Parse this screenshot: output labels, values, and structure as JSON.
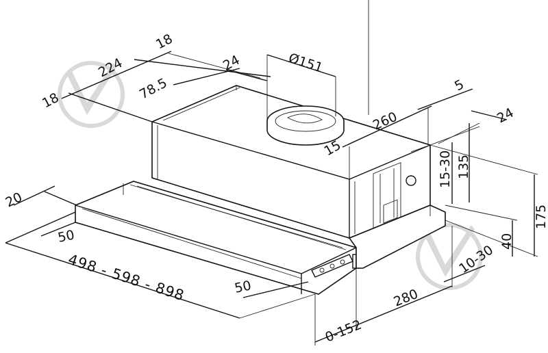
{
  "diagram": {
    "labels": {
      "top_width_18a": "18",
      "depth_224": "224",
      "edge_18b": "18",
      "offset_78_5": "78.5",
      "offset_24_top": "24",
      "duct_diameter": "Ø151",
      "depth_260": "260",
      "edge_5": "5",
      "side_24": "24",
      "inset_15": "15",
      "range_15_30": "15-30",
      "height_135": "135",
      "height_175": "175",
      "height_40": "40",
      "range_10_30": "10-30",
      "depth_280": "280",
      "range_0_152": "0-152",
      "front_20": "20",
      "front_50a": "50",
      "front_50b": "50",
      "widths": "498 - 598 - 898"
    },
    "watermark": "check-icon"
  }
}
